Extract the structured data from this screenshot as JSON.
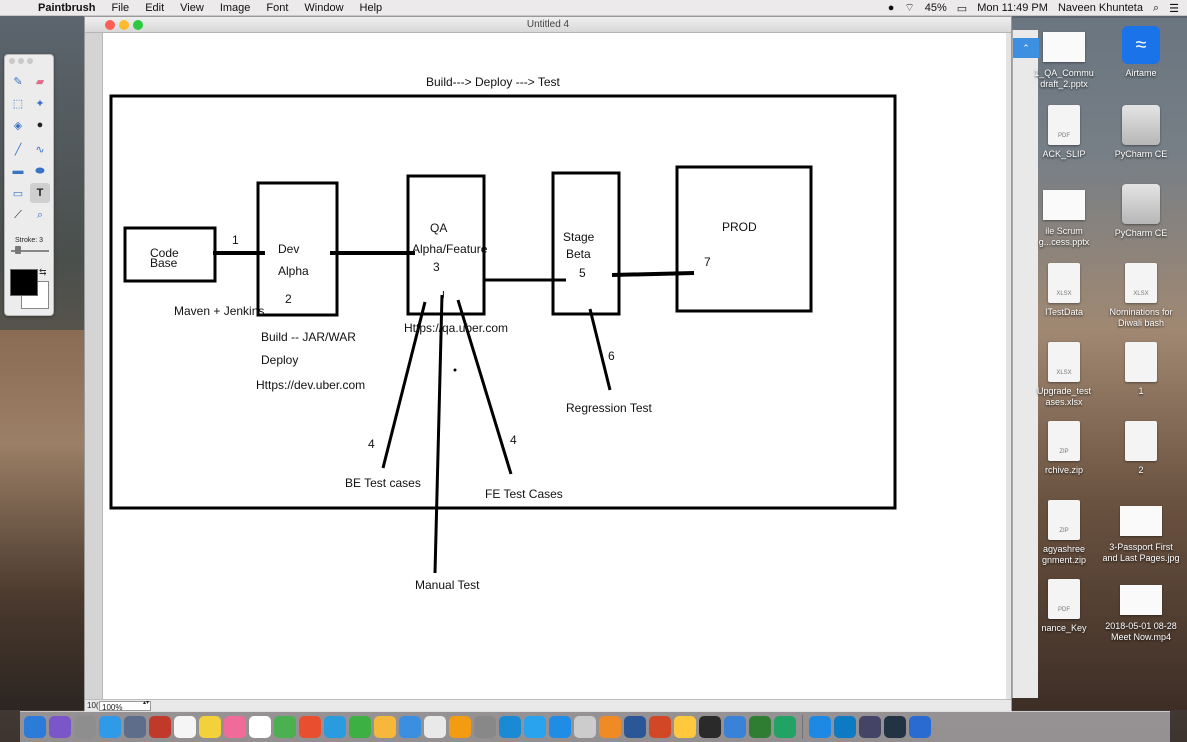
{
  "menubar": {
    "app_name": "Paintbrush",
    "items": [
      "File",
      "Edit",
      "View",
      "Image",
      "Font",
      "Window",
      "Help"
    ],
    "battery": "45%",
    "clock": "Mon 11:49 PM",
    "user": "Naveen Khunteta"
  },
  "window": {
    "title": "Untitled 4",
    "zoom": "100%",
    "zoom_left_fragment": "10("
  },
  "palette": {
    "stroke_label": "Stroke: 3",
    "colors": {
      "foreground": "#000000",
      "background": "#ffffff"
    }
  },
  "drawing": {
    "title": "Build---> Deploy ---> Test",
    "labels": {
      "code_base": "Code\nBase",
      "dev": "Dev",
      "alpha": "Alpha",
      "qa": "QA",
      "alpha_feature": "Alpha/Feature",
      "stage": "Stage",
      "beta": "Beta",
      "prod": "PROD",
      "n1": "1",
      "n2": "2",
      "n3": "3",
      "n5": "5",
      "n7": "7",
      "n6": "6",
      "n4a": "4",
      "n4b": "4",
      "maven": "Maven + Jenkins",
      "build_jar": "Build -- JAR/WAR",
      "deploy": "Deploy",
      "dev_url": "Https://dev.uber.com",
      "qa_url": "Https://qa.uber.com",
      "regression": "Regression Test",
      "be_tests": "BE Test cases",
      "fe_tests": "FE Test Cases",
      "manual": "Manual Test"
    }
  },
  "desktop": {
    "icons": [
      {
        "label": "1_QA_Commu\ndraft_2.pptx",
        "kind": "thumb"
      },
      {
        "label": "Airtame",
        "kind": "airtame"
      },
      {
        "label": "ACK_SLIP",
        "kind": "pdf"
      },
      {
        "label": "PyCharm CE",
        "kind": "drive"
      },
      {
        "label": "ile Scrum\ng...cess.pptx",
        "kind": "thumb"
      },
      {
        "label": "PyCharm CE",
        "kind": "drive"
      },
      {
        "label": "ITestData",
        "kind": "xlsx"
      },
      {
        "label": "Nominations for\nDiwali bash",
        "kind": "xlsx"
      },
      {
        "label": "Upgrade_test\nases.xlsx",
        "kind": "xlsx"
      },
      {
        "label": "1",
        "kind": "doc"
      },
      {
        "label": "rchive.zip",
        "kind": "zip"
      },
      {
        "label": "2",
        "kind": "doc"
      },
      {
        "label": "agyashree\ngnment.zip",
        "kind": "zip"
      },
      {
        "label": "3-Passport First\nand Last Pages.jpg",
        "kind": "thumb"
      },
      {
        "label": "nance_Key",
        "kind": "pdf"
      },
      {
        "label": "2018-05-01 08-28\nMeet Now.mp4",
        "kind": "thumb"
      }
    ],
    "ext_labels": {
      "pdf": "PDF",
      "xlsx": "XLSX",
      "zip": "ZIP"
    }
  },
  "dock": {
    "colors": [
      "#2d7bd8",
      "#7a56c9",
      "#8e8e8e",
      "#2f9ae8",
      "#5e6e8a",
      "#c0392b",
      "#f5f5f5",
      "#f2d13b",
      "#f06a9a",
      "#ffffff",
      "#4caf50",
      "#e84f2e",
      "#2b9be0",
      "#3cb043",
      "#f5b83a",
      "#3a8fe0",
      "#e9e9e9",
      "#f39c12",
      "#888888",
      "#1a8ad4",
      "#2aa3ef",
      "#1f8de6",
      "#cccccc",
      "#f08a24",
      "#2b5797",
      "#d24726",
      "#ffc83d",
      "#2a2a2a",
      "#3a82d8",
      "#2e7d32",
      "#21a366",
      "#1e88e5",
      "#0e7ac4",
      "#444466",
      "#223344",
      "#2a6bd1"
    ]
  }
}
